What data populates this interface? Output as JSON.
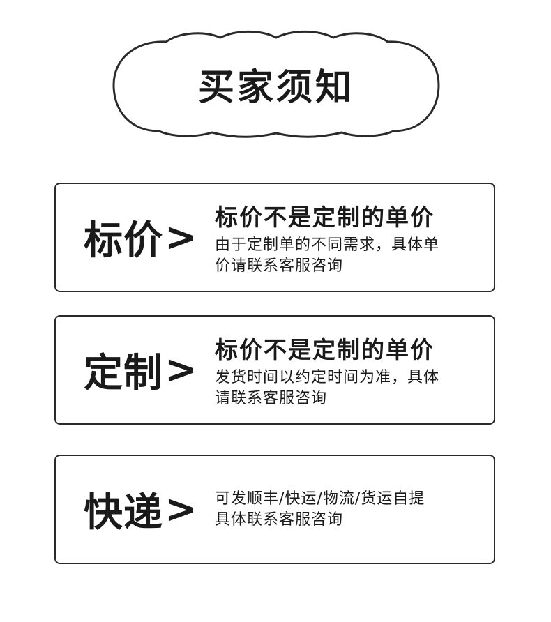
{
  "header": {
    "title": "买家须知"
  },
  "cards": [
    {
      "label": "标价",
      "arrow": ">",
      "heading": "标价不是定制的单价",
      "lines": [
        "由于定制单的不同需求，具体单",
        "价请联系客服咨询"
      ]
    },
    {
      "label": "定制",
      "arrow": ">",
      "heading": "标价不是定制的单价",
      "lines": [
        "发货时间以约定时间为准，具体",
        "请联系客服咨询"
      ]
    },
    {
      "label": "快递",
      "arrow": ">",
      "heading": "",
      "lines": [
        "可发顺丰/快运/物流/货运自提",
        "具体联系客服咨询"
      ]
    }
  ]
}
